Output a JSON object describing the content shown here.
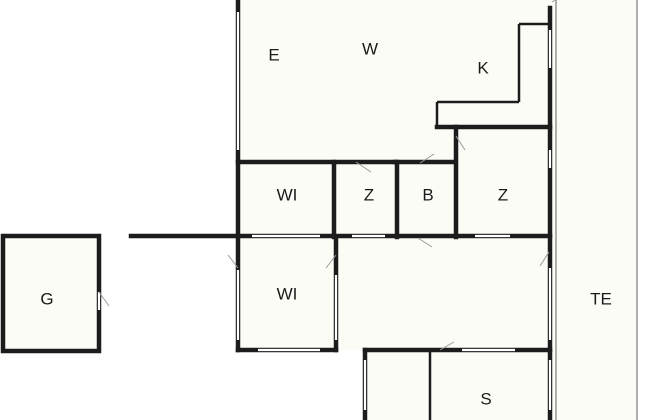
{
  "rooms": {
    "living": "E",
    "dining": "W",
    "kitchen": "K",
    "bedroom_top": "WI",
    "storage_1": "Z",
    "bathroom": "B",
    "storage_2": "Z",
    "bedroom_bottom": "WI",
    "garage": "G",
    "terrace": "TE",
    "shower": "S"
  }
}
